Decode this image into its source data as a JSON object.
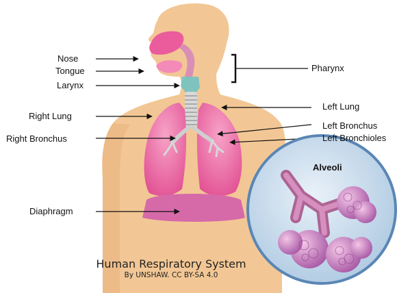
{
  "labels_left": [
    {
      "id": "nose",
      "text": "Nose"
    },
    {
      "id": "tongue",
      "text": "Tongue"
    },
    {
      "id": "larynx",
      "text": "Larynx"
    },
    {
      "id": "right-lung",
      "text": "Right Lung"
    },
    {
      "id": "right-bronchus",
      "text": "Right Bronchus"
    },
    {
      "id": "diaphragm",
      "text": "Diaphragm"
    }
  ],
  "labels_right": [
    {
      "id": "pharynx",
      "text": "Pharynx"
    },
    {
      "id": "left-lung",
      "text": "Left Lung"
    },
    {
      "id": "left-bronchus",
      "text": "Left Bronchus"
    },
    {
      "id": "left-bronchioles",
      "text": "Left Bronchioles"
    }
  ],
  "inset": {
    "title": "Alveoli"
  },
  "caption": {
    "title": "Human Respiratory System",
    "credit": "By UNSHAW.  CC BY-SA 4.0"
  },
  "colors": {
    "skin": "#f2c795",
    "skin_shade": "#e7b27e",
    "lung": "#ea5c9c",
    "lung_light": "#f38ab8",
    "airway": "#d98fb5",
    "trachea": "#d9d9d9",
    "larynx": "#7fc3be",
    "diaphragm": "#d66aa8",
    "inset_bg": "#c9dcec",
    "inset_ring": "#5a86b5",
    "arrow": "#111111"
  }
}
